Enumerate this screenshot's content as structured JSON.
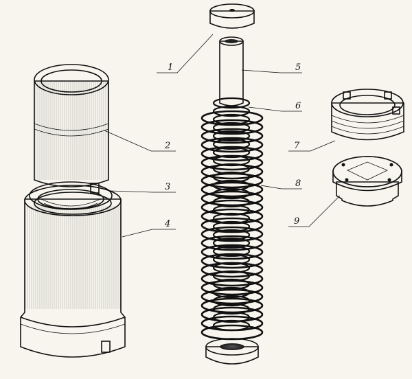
{
  "labels": {
    "l1": "1",
    "l2": "2",
    "l3": "3",
    "l4": "4",
    "l5": "5",
    "l6": "6",
    "l7": "7",
    "l8": "8",
    "l9": "9"
  },
  "colors": {
    "paper": "#f7f5ee",
    "ink": "#111111"
  }
}
